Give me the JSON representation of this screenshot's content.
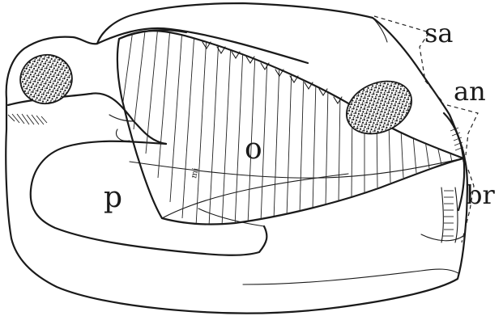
{
  "labels": {
    "sa": "sa",
    "an": "an",
    "br": "br",
    "o": "o",
    "p": "p",
    "mi": "mi"
  }
}
